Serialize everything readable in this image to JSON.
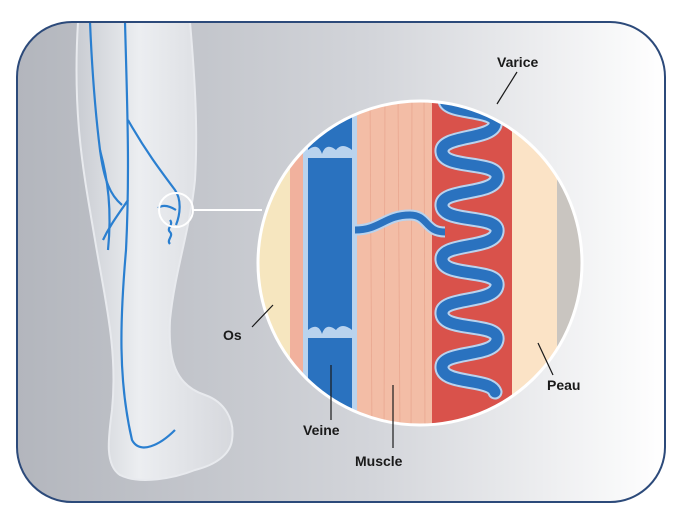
{
  "labels": {
    "varice": "Varice",
    "os": "Os",
    "veine": "Veine",
    "muscle": "Muscle",
    "peau": "Peau"
  },
  "colors": {
    "frame": "#2c4a7a",
    "vein": "#2a72bf",
    "vein_edge": "#b9d3ee",
    "bone": "#f6e6bf",
    "muscle": "#f3bda6",
    "red_layer": "#d9524b",
    "skin": "#fbe3c6"
  }
}
